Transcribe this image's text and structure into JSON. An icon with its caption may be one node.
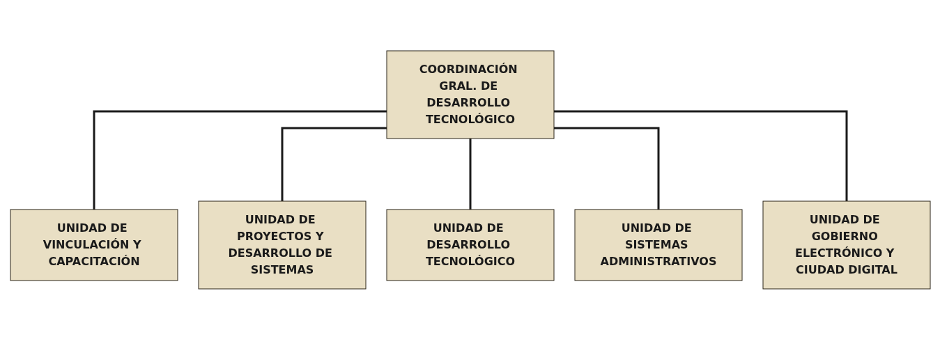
{
  "diagram": {
    "nodes": [
      {
        "text": [
          "COORDINACIÓN GRAL. DE DESARROLLO TECNOLÓGICO"
        ]
      },
      {
        "text": [
          "UNIDAD DE VINCULACIÓN Y CAPACITACIÓN"
        ]
      },
      {
        "text": [
          "UNIDAD DE PROYECTOS Y DESARROLLO DE SISTEMAS"
        ]
      },
      {
        "text": [
          "UNIDAD DE DESARROLLO TECNOLÓGICO"
        ]
      },
      {
        "text": [
          "UNIDAD DE SISTEMAS ADMINISTRATIVOS"
        ]
      },
      {
        "text": [
          "UNIDAD DE GOBIERNO ELECTRÓNICO Y CIUDAD DIGITAL"
        ]
      }
    ],
    "edges": [
      {
        "from": 0,
        "to": 1,
        "arrow": "none"
      },
      {
        "from": 0,
        "to": 2,
        "arrow": "none"
      },
      {
        "from": 0,
        "to": 3,
        "arrow": "none"
      },
      {
        "from": 0,
        "to": 4,
        "arrow": "none"
      },
      {
        "from": 0,
        "to": 5,
        "arrow": "none"
      }
    ]
  }
}
